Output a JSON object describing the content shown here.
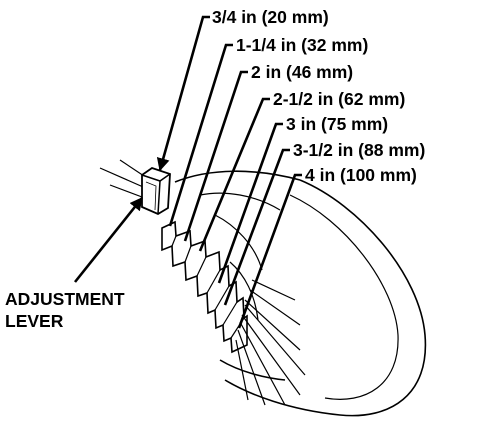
{
  "heights": [
    {
      "label": "3/4 in (20 mm)"
    },
    {
      "label": "1-1/4 in (32 mm)"
    },
    {
      "label": "2 in (46 mm)"
    },
    {
      "label": "2-1/2 in (62 mm)"
    },
    {
      "label": "3 in (75 mm)"
    },
    {
      "label": "3-1/2 in (88 mm)"
    },
    {
      "label": "4 in (100 mm)"
    }
  ],
  "lever": {
    "line1": "ADJUSTMENT",
    "line2": "LEVER"
  }
}
